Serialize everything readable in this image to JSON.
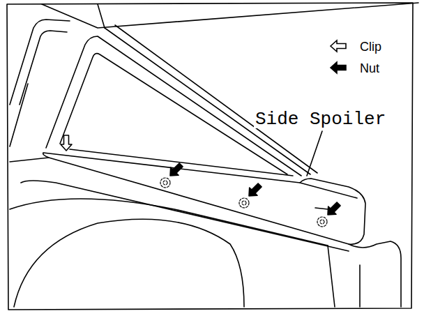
{
  "diagram": {
    "labels": [
      "Side Spoiler"
    ],
    "legend": [
      {
        "text": "Clip"
      },
      {
        "text": "Nut"
      }
    ]
  }
}
